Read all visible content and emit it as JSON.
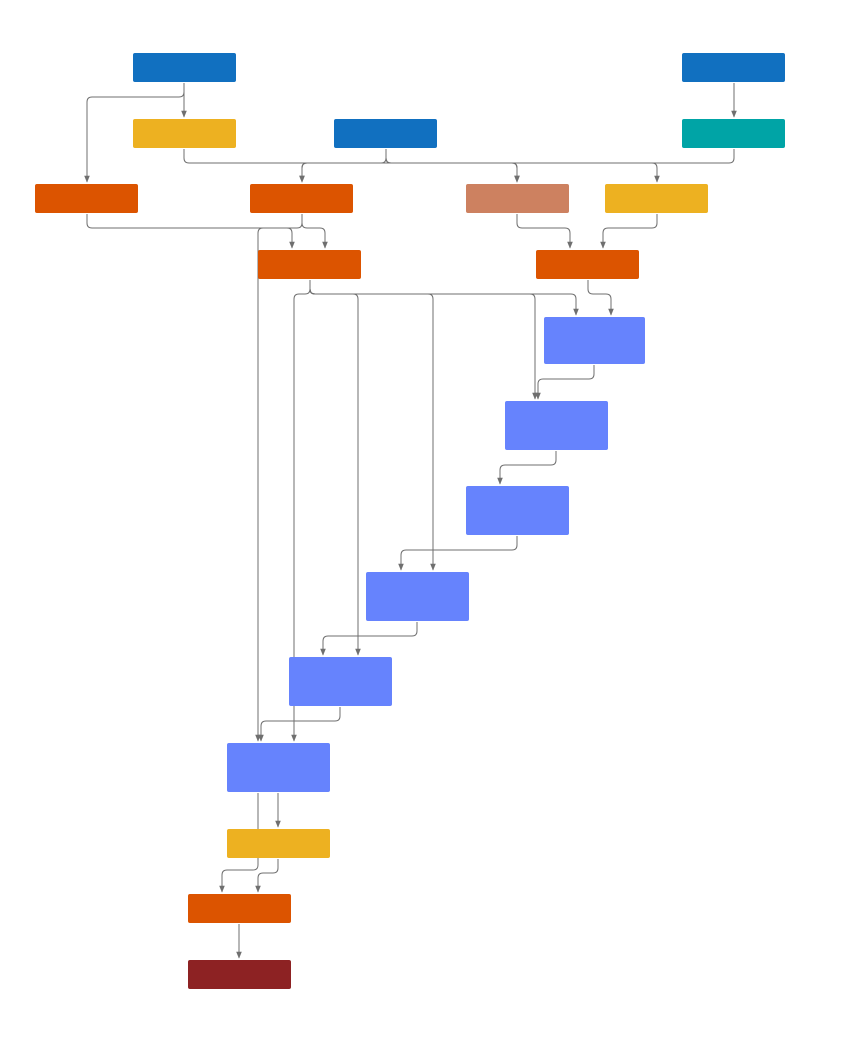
{
  "diagram": {
    "type": "dependency-graph",
    "colors": {
      "blue": "#1170c0",
      "gold": "#edb121",
      "teal": "#00a4a6",
      "orange": "#dc5400",
      "salmon": "#cd8160",
      "periwinkle": "#6683fd",
      "dark_red": "#8d2223",
      "highlight_border": "#1f8ad6",
      "edge": "#6f6f6f"
    },
    "nodes": [
      {
        "id": "n1",
        "label": "",
        "color": "blue"
      },
      {
        "id": "n2",
        "label": "",
        "color": "blue"
      },
      {
        "id": "n3",
        "label": "",
        "color": "gold"
      },
      {
        "id": "n4",
        "label": "",
        "color": "blue"
      },
      {
        "id": "n5",
        "label": "",
        "color": "teal"
      },
      {
        "id": "n6",
        "label": "",
        "color": "orange"
      },
      {
        "id": "n7",
        "label": "",
        "color": "orange"
      },
      {
        "id": "n8",
        "label": "",
        "color": "salmon"
      },
      {
        "id": "n9",
        "label": "",
        "color": "gold"
      },
      {
        "id": "n10",
        "label": "",
        "color": "orange"
      },
      {
        "id": "n11",
        "label": "",
        "color": "orange"
      },
      {
        "id": "n12",
        "label": "",
        "color": "periwinkle",
        "highlighted": true
      },
      {
        "id": "n13",
        "label": "",
        "color": "periwinkle"
      },
      {
        "id": "n14",
        "label": "",
        "color": "periwinkle"
      },
      {
        "id": "n15",
        "label": "",
        "color": "periwinkle"
      },
      {
        "id": "n16",
        "label": "",
        "color": "periwinkle"
      },
      {
        "id": "n17",
        "label": "",
        "color": "periwinkle"
      },
      {
        "id": "n18",
        "label": "",
        "color": "gold"
      },
      {
        "id": "n19",
        "label": "",
        "color": "orange"
      },
      {
        "id": "n20",
        "label": "",
        "color": "dark_red"
      }
    ],
    "edges": [
      {
        "from": "n1",
        "to": "n3"
      },
      {
        "from": "n1",
        "to": "n6"
      },
      {
        "from": "n2",
        "to": "n5"
      },
      {
        "from": "n3",
        "to": "n8"
      },
      {
        "from": "n4",
        "to": "n7"
      },
      {
        "from": "n4",
        "to": "n8"
      },
      {
        "from": "n4",
        "to": "n9"
      },
      {
        "from": "n5",
        "to": "n7"
      },
      {
        "from": "n6",
        "to": "n10"
      },
      {
        "from": "n7",
        "to": "n10"
      },
      {
        "from": "n7",
        "to": "n17"
      },
      {
        "from": "n8",
        "to": "n11"
      },
      {
        "from": "n9",
        "to": "n11"
      },
      {
        "from": "n10",
        "to": "n12"
      },
      {
        "from": "n10",
        "to": "n13"
      },
      {
        "from": "n10",
        "to": "n15"
      },
      {
        "from": "n10",
        "to": "n16"
      },
      {
        "from": "n10",
        "to": "n17"
      },
      {
        "from": "n11",
        "to": "n12"
      },
      {
        "from": "n12",
        "to": "n13"
      },
      {
        "from": "n13",
        "to": "n14"
      },
      {
        "from": "n14",
        "to": "n15"
      },
      {
        "from": "n15",
        "to": "n16"
      },
      {
        "from": "n16",
        "to": "n17"
      },
      {
        "from": "n17",
        "to": "n18"
      },
      {
        "from": "n17",
        "to": "n19"
      },
      {
        "from": "n18",
        "to": "n19"
      },
      {
        "from": "n19",
        "to": "n20"
      }
    ]
  }
}
